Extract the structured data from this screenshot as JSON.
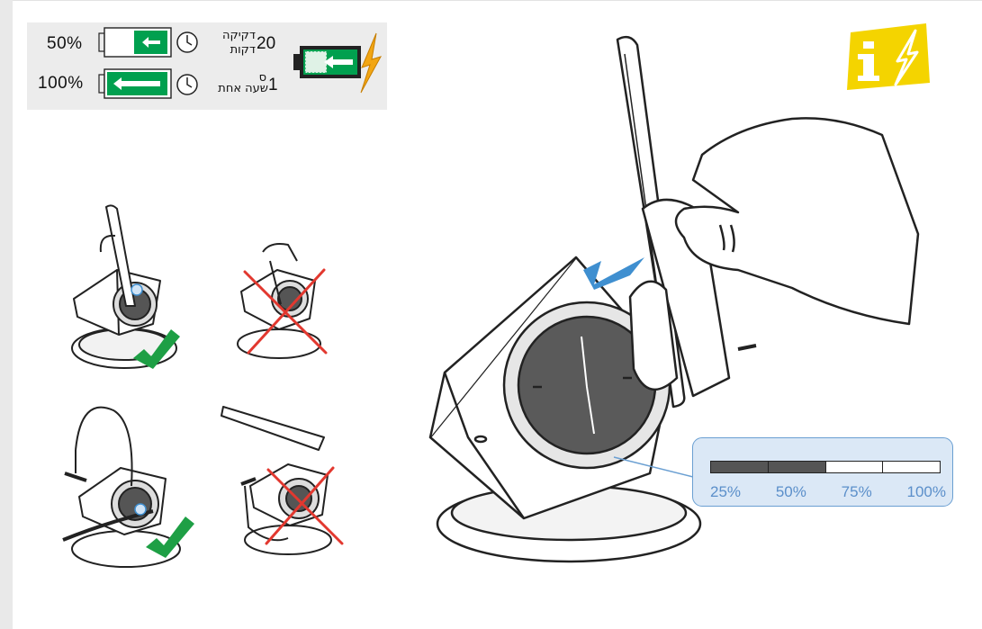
{
  "charging_table": {
    "rows": [
      {
        "percent": "50%",
        "time_value": "20",
        "time_unit_top": "דקיקה",
        "time_unit_bottom": "דקות"
      },
      {
        "percent": "100%",
        "time_value": "1",
        "time_unit_top": "ס",
        "time_unit_bottom": "שעה אחת"
      }
    ]
  },
  "battery_levels": {
    "segments": [
      {
        "label": "25%",
        "filled": true
      },
      {
        "label": "50%",
        "filled": true
      },
      {
        "label": "75%",
        "filled": false
      },
      {
        "label": "100%",
        "filled": false
      }
    ]
  },
  "colors": {
    "battery_green": "#00a04f",
    "checkmark_green": "#1e9f45",
    "cross_red": "#e2382f",
    "bolt_orange": "#f2a614",
    "info_yellow": "#f4d400",
    "arrow_blue": "#3f8fd0",
    "level_box_fill": "#dbe8f6",
    "level_box_border": "#6a9fd2"
  },
  "icons": [
    "battery-icon",
    "clock-icon",
    "charging-battery-icon",
    "lightning-bolt-icon",
    "info-icon",
    "checkmark-icon",
    "cross-icon",
    "insert-arrow-icon"
  ]
}
